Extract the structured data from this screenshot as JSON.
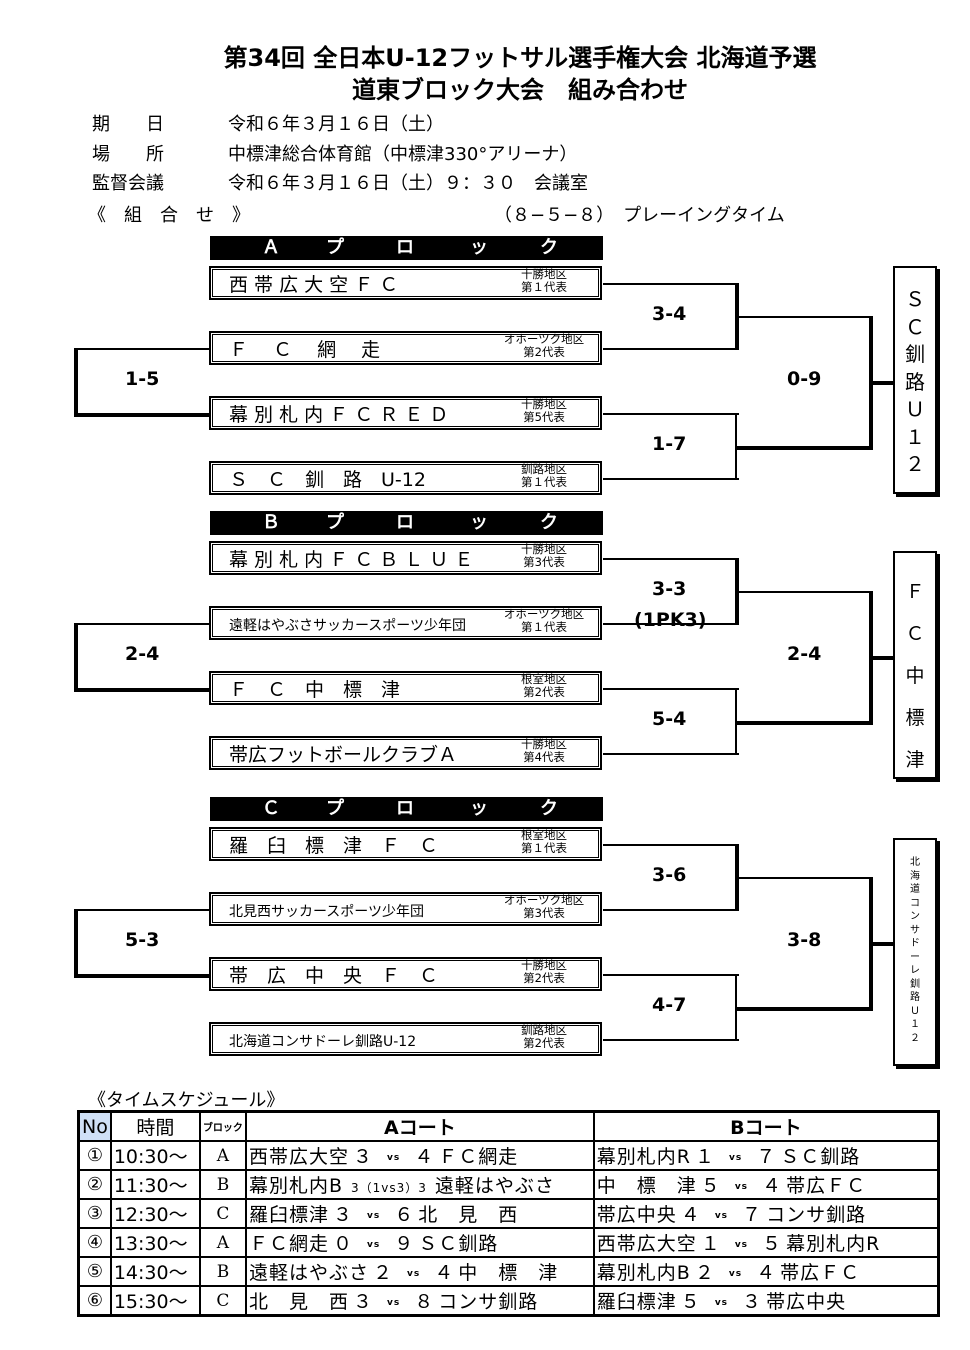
{
  "title": {
    "line1": "第34回 全日本U-12フットサル選手権大会 北海道予選",
    "line2": "道東ブロック大会　組み合わせ"
  },
  "info": {
    "date_label": "期　　日",
    "date_value": "令和６年３月１６日（土）",
    "venue_label": "場　　所",
    "venue_value": "中標津総合体育館（中標津330°アリーナ）",
    "meeting_label": "監督会議",
    "meeting_value": "令和６年３月１６日（土）９：３０　会議室",
    "bracket_label": "《　組　合　せ　》",
    "playing_time": "（８−５−８）　プレーイングタイム"
  },
  "blocks": [
    {
      "header": [
        "Ａ",
        "プ",
        "ロ",
        "ッ",
        "ク"
      ],
      "teams": [
        {
          "name": "西 帯 広 大 空 Ｆ Ｃ",
          "rep1": "十勝地区",
          "rep2": "第１代表"
        },
        {
          "name": "Ｆ　 Ｃ　  網　  走",
          "rep1": "オホーツク地区",
          "rep2": "第2代表"
        },
        {
          "name": "幕 別 札 内 Ｆ Ｃ Ｒ Ｅ Ｄ",
          "rep1": "十勝地区",
          "rep2": "第5代表"
        },
        {
          "name": "Ｓ　Ｃ　釧　路　U-12",
          "rep1": "釧路地区",
          "rep2": "第１代表"
        }
      ],
      "score_top": "3-4",
      "score_bottom": "1-7",
      "score_final": "0-9",
      "score_loser": "1-5",
      "score_pk": "",
      "winner": [
        "Ｓ",
        "Ｃ",
        "釧",
        "路",
        "Ｕ",
        "１",
        "２"
      ]
    },
    {
      "header": [
        "Ｂ",
        "プ",
        "ロ",
        "ッ",
        "ク"
      ],
      "teams": [
        {
          "name": "幕 別 札 内 Ｆ Ｃ Ｂ Ｌ Ｕ Ｅ",
          "rep1": "十勝地区",
          "rep2": "第3代表"
        },
        {
          "name": "遠軽はやぶさサッカースポーツ少年団",
          "rep1": "オホーツク地区",
          "rep2": "第１代表"
        },
        {
          "name": "Ｆ　Ｃ　中　標　津",
          "rep1": "根室地区",
          "rep2": "第2代表"
        },
        {
          "name": "帯広フットボールクラブＡ",
          "rep1": "十勝地区",
          "rep2": "第4代表"
        }
      ],
      "score_top": "3-3",
      "score_pk": "(1PK3)",
      "score_bottom": "5-4",
      "score_final": "2-4",
      "score_loser": "2-4",
      "winner": [
        "Ｆ",
        "Ｃ",
        "中",
        "標",
        "津"
      ]
    },
    {
      "header": [
        "Ｃ",
        "プ",
        "ロ",
        "ッ",
        "ク"
      ],
      "teams": [
        {
          "name": "羅　臼　標　津　Ｆ　Ｃ",
          "rep1": "根室地区",
          "rep2": "第１代表"
        },
        {
          "name": "北見西サッカースポーツ少年団",
          "rep1": "オホーツク地区",
          "rep2": "第3代表"
        },
        {
          "name": "帯　広　中　央　Ｆ　Ｃ",
          "rep1": "十勝地区",
          "rep2": "第2代表"
        },
        {
          "name": "北海道コンサドーレ釧路U-12",
          "rep1": "釧路地区",
          "rep2": "第2代表"
        }
      ],
      "score_top": "3-6",
      "score_pk": "",
      "score_bottom": "4-7",
      "score_final": "3-8",
      "score_loser": "5-3",
      "winner": [
        "北",
        "海",
        "道",
        "コ",
        "ン",
        "サ",
        "ド",
        "ー",
        "レ",
        "釧",
        "路",
        "Ｕ",
        "１",
        "２"
      ]
    }
  ],
  "schedule": {
    "label": "《タイムスケジュール》",
    "headers": {
      "no": "No",
      "time": "時間",
      "block": "ブロック",
      "a": "Aコート",
      "b": "Bコート"
    },
    "vs": "vs",
    "rows": [
      {
        "no": "①",
        "time": "10:30〜",
        "block": "A",
        "a_home": "西帯広大空",
        "a_h": "３",
        "a_a": "４",
        "a_away": "ＦＣ網走",
        "b_home": "幕別札内R",
        "b_h": "１",
        "b_a": "７",
        "b_away": "ＳＣ釧路"
      },
      {
        "no": "②",
        "time": "11:30〜",
        "block": "B",
        "a_home": "幕別札内B",
        "a_h": "3（1vs3）3",
        "a_a": "",
        "a_away": "遠軽はやぶさ",
        "b_home": "中　標　津",
        "b_h": "５",
        "b_a": "４",
        "b_away": "帯広ＦＣ"
      },
      {
        "no": "③",
        "time": "12:30〜",
        "block": "C",
        "a_home": "羅臼標津",
        "a_h": "３",
        "a_a": "６",
        "a_away": "北　見　西",
        "b_home": "帯広中央",
        "b_h": "４",
        "b_a": "７",
        "b_away": "コンサ釧路"
      },
      {
        "no": "④",
        "time": "13:30〜",
        "block": "A",
        "a_home": "ＦＣ網走",
        "a_h": "０",
        "a_a": "９",
        "a_away": "ＳＣ釧路",
        "b_home": "西帯広大空",
        "b_h": "１",
        "b_a": "５",
        "b_away": "幕別札内R"
      },
      {
        "no": "⑤",
        "time": "14:30〜",
        "block": "B",
        "a_home": "遠軽はやぶさ",
        "a_h": "２",
        "a_a": "４",
        "a_away": "中　標　津",
        "b_home": "幕別札内B",
        "b_h": "２",
        "b_a": "４",
        "b_away": "帯広ＦＣ"
      },
      {
        "no": "⑥",
        "time": "15:30〜",
        "block": "C",
        "a_home": "北　見　西",
        "a_h": "３",
        "a_a": "８",
        "a_away": "コンサ釧路",
        "b_home": "羅臼標津",
        "b_h": "５",
        "b_a": "３",
        "b_away": "帯広中央"
      }
    ]
  }
}
